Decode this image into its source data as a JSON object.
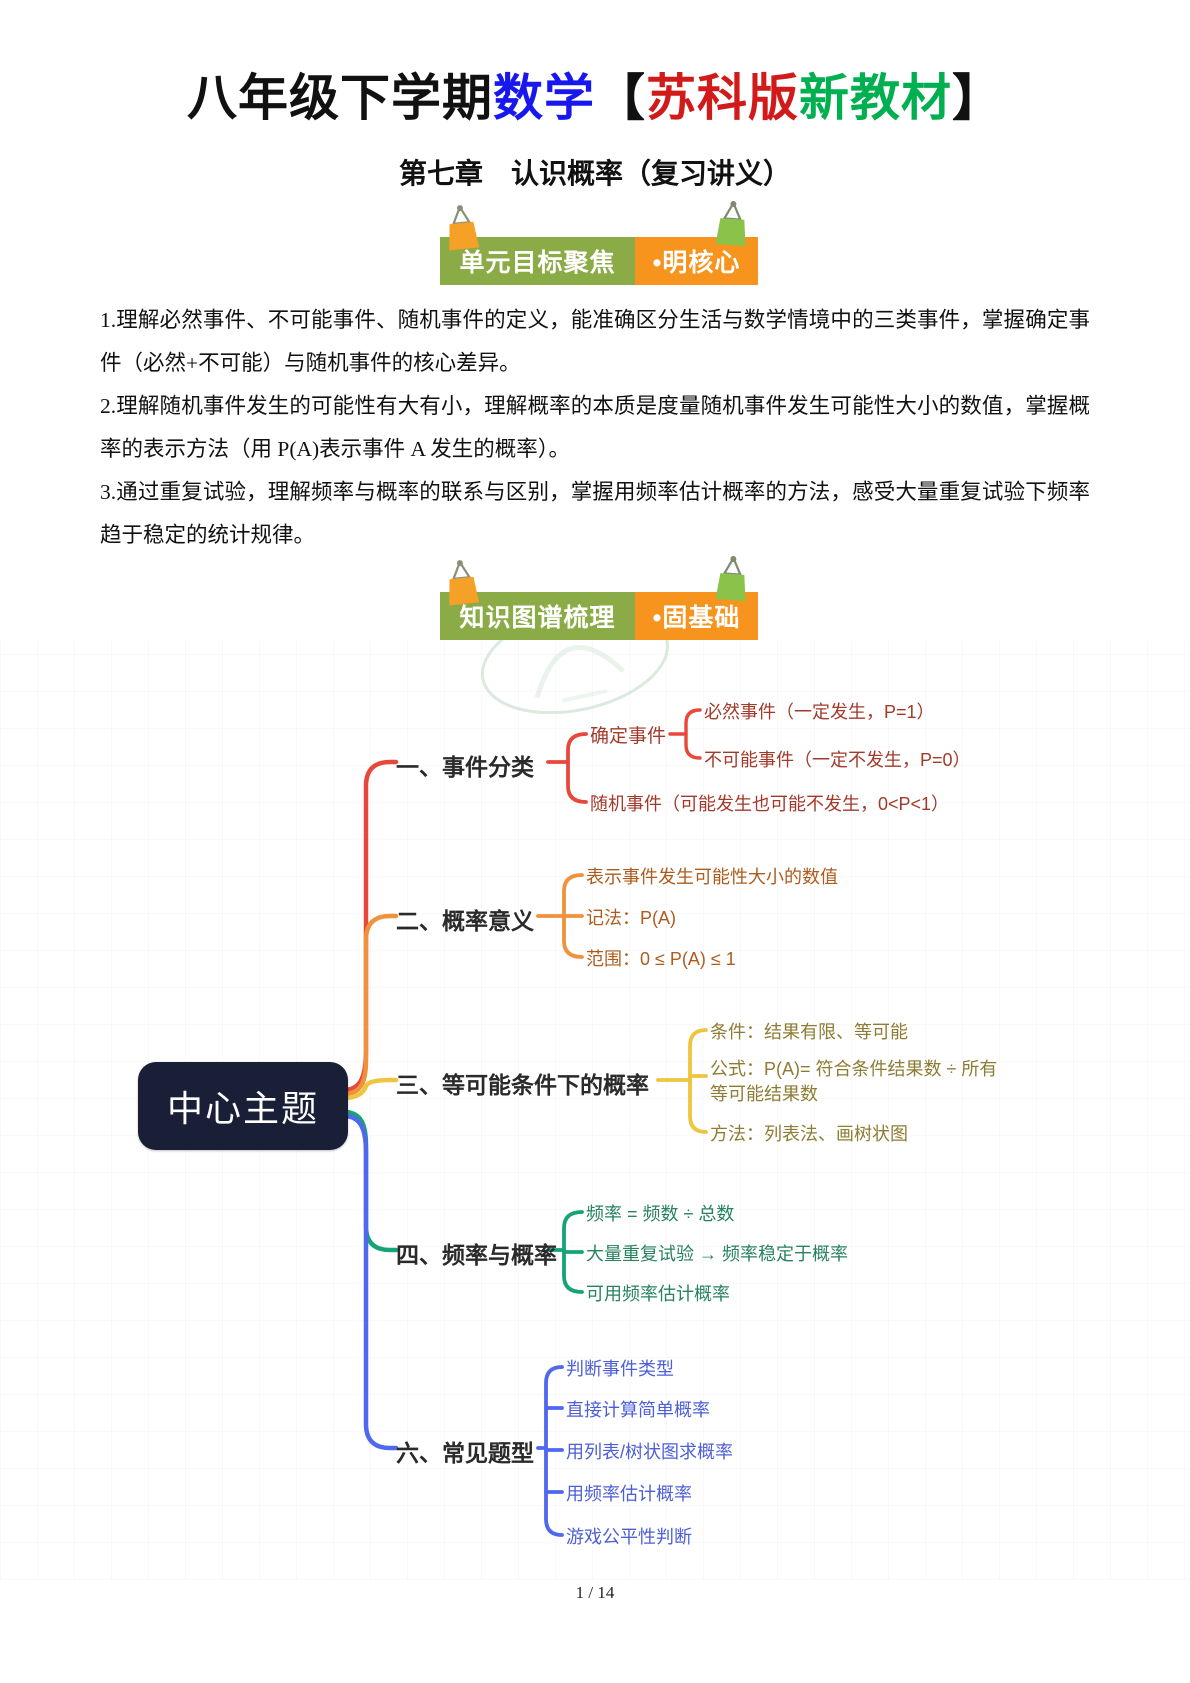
{
  "header": {
    "title_parts": [
      "八年级下学期",
      "数学",
      "【",
      "苏科版",
      "新教材",
      "】"
    ],
    "title_colors": [
      "#111111",
      "#1717ee",
      "#111111",
      "#d11a1a",
      "#00b050",
      "#111111"
    ],
    "subtitle": "第七章　认识概率（复习讲义）"
  },
  "banners": [
    {
      "left": "单元目标聚焦",
      "right": "•明核心"
    },
    {
      "left": "知识图谱梳理",
      "right": "•固基础"
    }
  ],
  "objectives": [
    "1.理解必然事件、不可能事件、随机事件的定义，能准确区分生活与数学情境中的三类事件，掌握确定事件（必然+不可能）与随机事件的核心差异。",
    "2.理解随机事件发生的可能性有大有小，理解概率的本质是度量随机事件发生可能性大小的数值，掌握概率的表示方法（用 P(A)表示事件 A 发生的概率）。",
    "3.通过重复试验，理解频率与概率的联系与区别，掌握用频率估计概率的方法，感受大量重复试验下频率趋于稳定的统计规律。"
  ],
  "mindmap": {
    "center_label": "中心主题",
    "b1": {
      "label": "一、事件分类",
      "c1": "确定事件",
      "c1a": "必然事件（一定发生，P=1）",
      "c1b": "不可能事件（一定不发生，P=0）",
      "c2": "随机事件（可能发生也可能不发生，0<P<1）"
    },
    "b2": {
      "label": "二、概率意义",
      "c1": "表示事件发生可能性大小的数值",
      "c2": "记法：P(A)",
      "c3": "范围：0 ≤ P(A) ≤ 1"
    },
    "b3": {
      "label": "三、等可能条件下的概率",
      "c1": "条件：结果有限、等可能",
      "c2": "公式：P(A)= 符合条件结果数 ÷ 所有等可能结果数",
      "c3": "方法：列表法、画树状图"
    },
    "b4": {
      "label": "四、频率与概率",
      "c1": "频率 = 频数 ÷ 总数",
      "c2": "大量重复试验 → 频率稳定于概率",
      "c3": "可用频率估计概率"
    },
    "b6": {
      "label": "六、常见题型",
      "c1": "判断事件类型",
      "c2": "直接计算简单概率",
      "c3": "用列表/树状图求概率",
      "c4": "用频率估计概率",
      "c5": "游戏公平性判断"
    }
  },
  "footer": {
    "page_number": "1 / 14"
  },
  "colors": {
    "branch1": "#e8483b",
    "branch2": "#f0913c",
    "branch3": "#eec53f",
    "branch4": "#16a378",
    "branch6": "#4f68ee",
    "banner_green": "#8aab45",
    "banner_orange": "#f6941d",
    "center_box": "#1a1f38"
  }
}
